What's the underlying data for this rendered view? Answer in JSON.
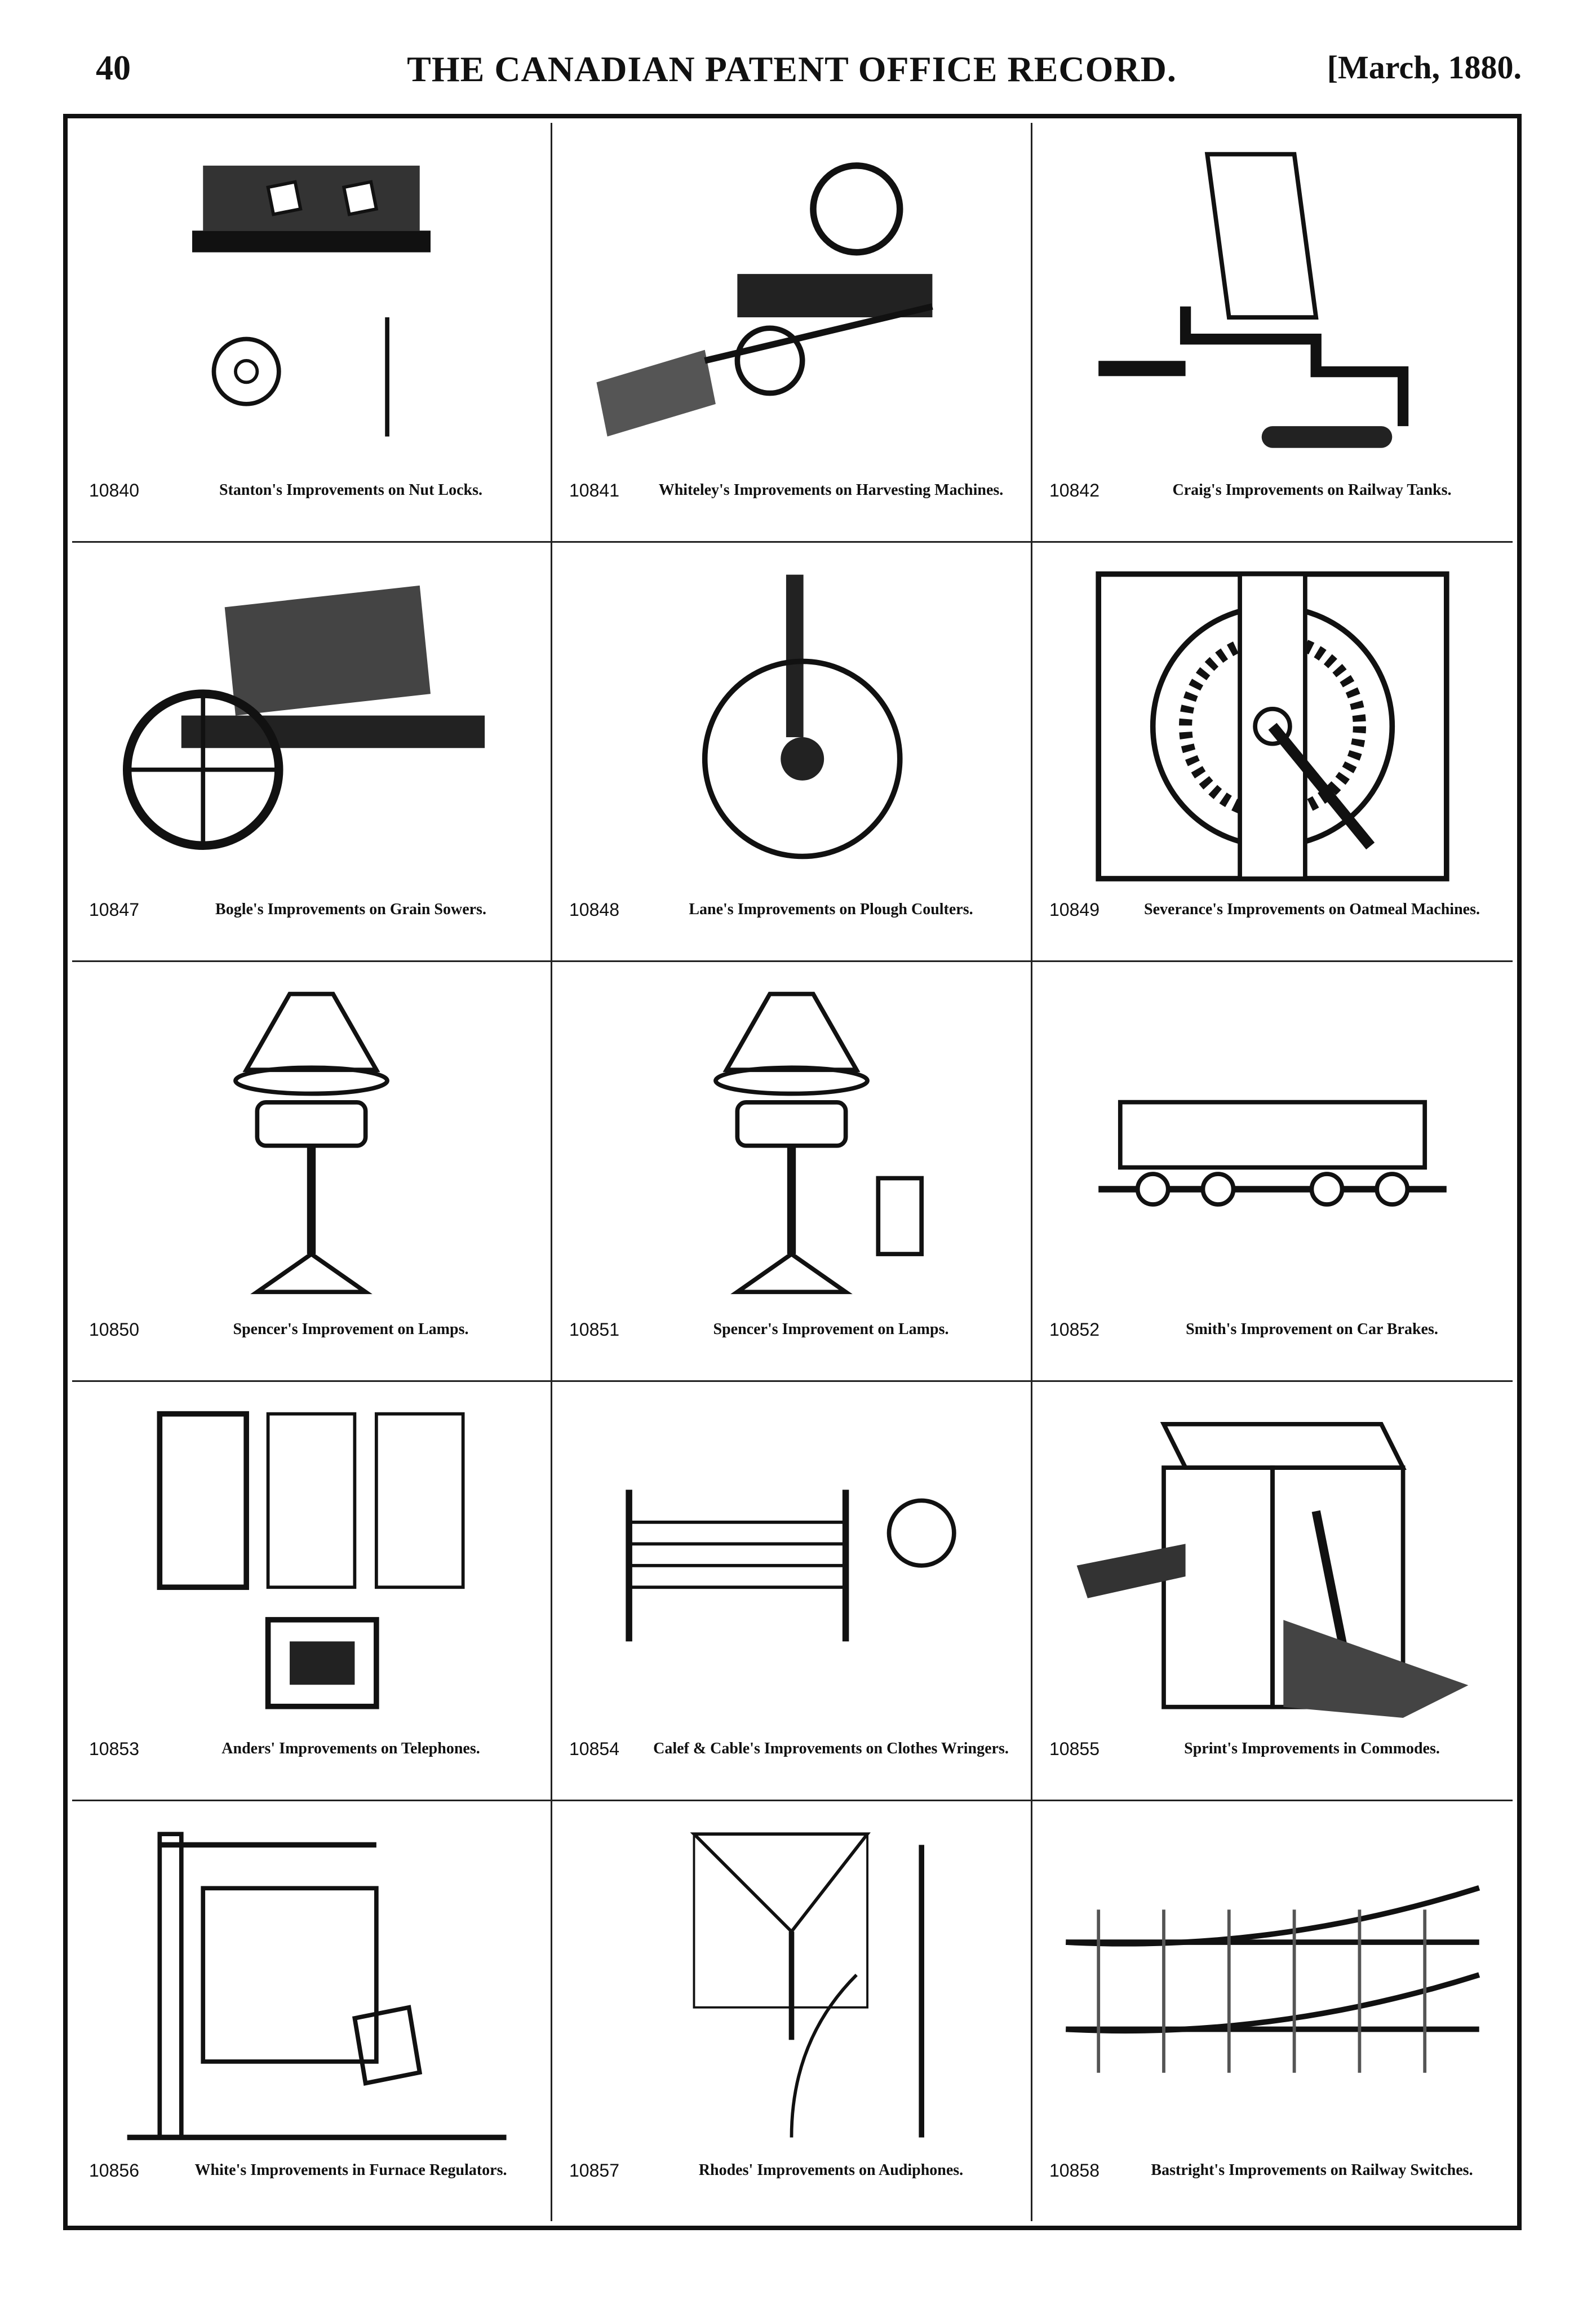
{
  "header": {
    "page_number": "40",
    "journal_title": "THE CANADIAN PATENT OFFICE RECORD.",
    "issue_date": "[March, 1880."
  },
  "entries": [
    {
      "number": "10840",
      "title": "Stanton's Improvements on Nut Locks.",
      "icon": "nut-lock-drawing"
    },
    {
      "number": "10841",
      "title": "Whiteley's Improvements on Harvesting Machines.",
      "icon": "harvesting-machine-drawing"
    },
    {
      "number": "10842",
      "title": "Craig's Improvements on Railway Tanks.",
      "icon": "railway-tank-drawing"
    },
    {
      "number": "10847",
      "title": "Bogle's Improvements on Grain Sowers.",
      "icon": "grain-sower-drawing"
    },
    {
      "number": "10848",
      "title": "Lane's Improvements on Plough Coulters.",
      "icon": "plough-coulter-drawing"
    },
    {
      "number": "10849",
      "title": "Severance's Improvements on Oatmeal Machines.",
      "icon": "oatmeal-machine-drawing"
    },
    {
      "number": "10850",
      "title": "Spencer's Improvement on Lamps.",
      "icon": "lamp-drawing"
    },
    {
      "number": "10851",
      "title": "Spencer's Improvement on Lamps.",
      "icon": "lamp-drawing"
    },
    {
      "number": "10852",
      "title": "Smith's Improvement on Car Brakes.",
      "icon": "car-brake-drawing"
    },
    {
      "number": "10853",
      "title": "Anders' Improvements on Telephones.",
      "icon": "telephone-drawing"
    },
    {
      "number": "10854",
      "title": "Calef & Cable's Improvements on Clothes Wringers.",
      "icon": "clothes-wringer-drawing"
    },
    {
      "number": "10855",
      "title": "Sprint's Improvements in Commodes.",
      "icon": "commode-drawing"
    },
    {
      "number": "10856",
      "title": "White's Improvements in Furnace Regulators.",
      "icon": "furnace-regulator-drawing"
    },
    {
      "number": "10857",
      "title": "Rhodes' Improvements on Audiphones.",
      "icon": "audiphone-drawing"
    },
    {
      "number": "10858",
      "title": "Bastright's Improvements on Railway Switches.",
      "icon": "railway-switch-drawing"
    }
  ]
}
